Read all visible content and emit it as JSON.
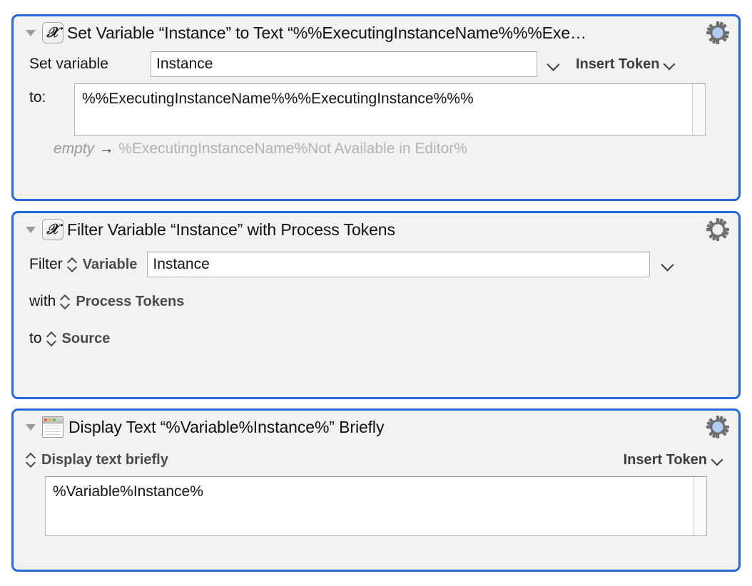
{
  "app": {
    "accent_blue": "#2668d8",
    "panel_bg": "#f2f2f2",
    "gear_active_fill": "#b3cdf5",
    "gear_inactive_fill": "#ededed"
  },
  "actions": [
    {
      "icon": "script-x-icon",
      "title": "Set Variable “Instance” to Text “%%ExecutingInstanceName%%%Exe…",
      "gear_state": "active",
      "set_variable": {
        "label": "Set variable",
        "value": "Instance",
        "chevron": "chevron-down-icon",
        "insert_token_label": "Insert Token"
      },
      "to_field": {
        "label": "to:",
        "value": "%%ExecutingInstanceName%%%ExecutingInstance%%%"
      },
      "preview": {
        "empty_label": "empty",
        "arrow": "→",
        "result": "%ExecutingInstanceName%Not Available in Editor%"
      }
    },
    {
      "icon": "script-x-icon",
      "title": "Filter Variable “Instance” with Process Tokens",
      "gear_state": "inactive",
      "filter_row": {
        "prefix": "Filter",
        "popup": "Variable",
        "value": "Instance",
        "chevron": "chevron-down-icon"
      },
      "with_row": {
        "prefix": "with",
        "popup": "Process Tokens"
      },
      "to_row": {
        "prefix": "to",
        "popup": "Source"
      }
    },
    {
      "icon": "window-icon",
      "title": "Display Text “%Variable%Instance%” Briefly",
      "gear_state": "active",
      "display_row": {
        "popup": "Display text briefly",
        "insert_token_label": "Insert Token"
      },
      "text_body": {
        "value": "%Variable%Instance%"
      }
    }
  ]
}
